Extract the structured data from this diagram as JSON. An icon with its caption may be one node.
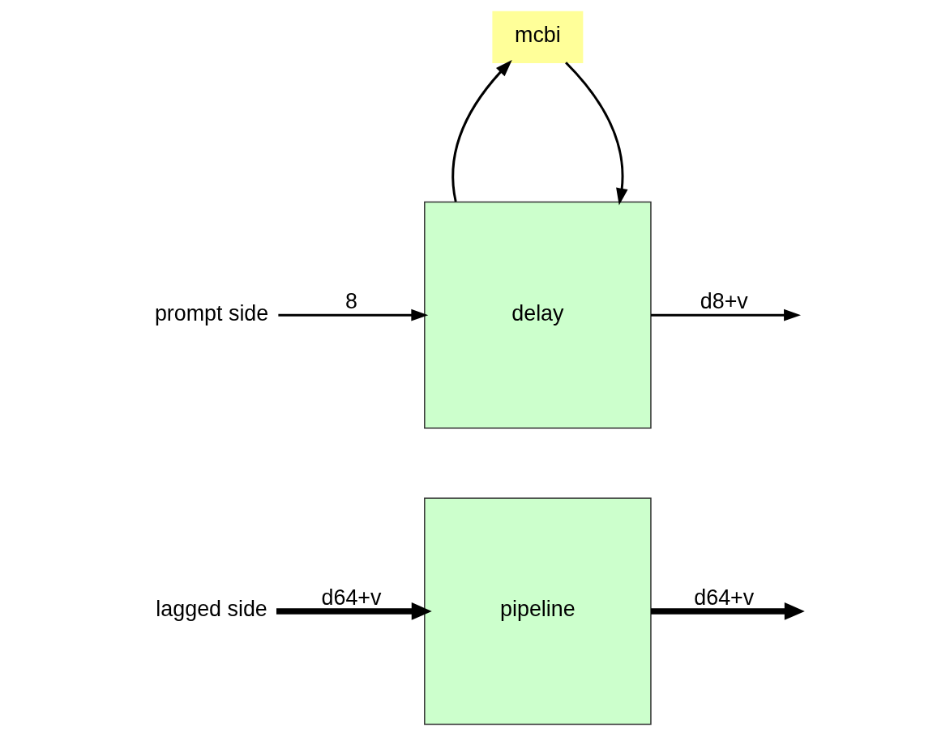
{
  "diagram": {
    "nodes": [
      {
        "text": [
          "lagged side"
        ]
      },
      {
        "text": [
          "pipeline"
        ]
      },
      {
        "text": [
          "prompt side"
        ]
      },
      {
        "text": [
          "mcbi"
        ]
      },
      {
        "text": [
          "delay"
        ]
      }
    ],
    "edges": [
      {
        "from": 0,
        "to": 1,
        "arrow": "to",
        "label": "d64+v",
        "style": "thick"
      },
      {
        "from": 1,
        "to": null,
        "arrow": "to",
        "label": "d64+v",
        "style": "thick"
      },
      {
        "from": 2,
        "to": 4,
        "arrow": "to",
        "label": "8"
      },
      {
        "from": 4,
        "to": null,
        "arrow": "to",
        "label": "d8+v"
      },
      {
        "from": 3,
        "to": 4,
        "arrow": "to"
      },
      {
        "from": 4,
        "to": 3,
        "arrow": "to"
      }
    ]
  }
}
